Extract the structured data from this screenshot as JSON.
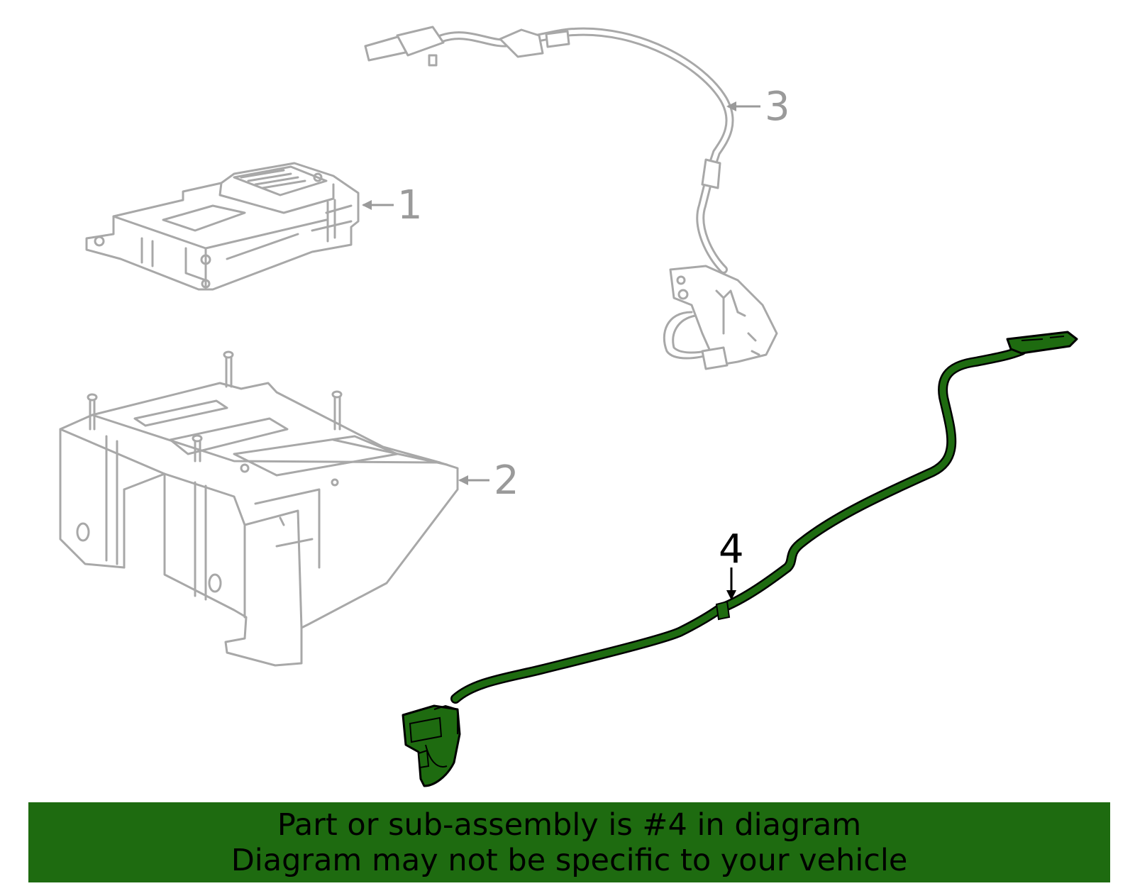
{
  "diagram": {
    "callouts": {
      "part1": "1",
      "part2": "2",
      "part3": "3",
      "part4": "4"
    },
    "highlight_color": "#1e6b10",
    "outline_color": "#a8a8a8"
  },
  "banner": {
    "line1": "Part or sub-assembly is #4 in diagram",
    "line2": "Diagram may not be specific to your vehicle",
    "background": "#1e6b10"
  }
}
